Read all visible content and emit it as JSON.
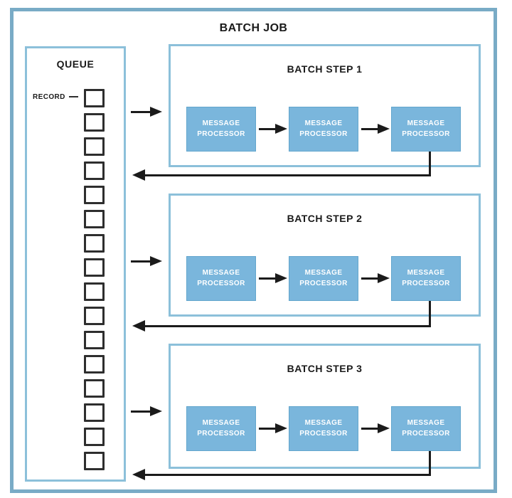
{
  "title": "BATCH JOB",
  "queue": {
    "label": "QUEUE",
    "record_label": "RECORD",
    "record_count": 16
  },
  "steps": [
    {
      "label": "BATCH STEP 1",
      "processors": [
        "MESSAGE PROCESSOR",
        "MESSAGE PROCESSOR",
        "MESSAGE PROCESSOR"
      ]
    },
    {
      "label": "BATCH STEP 2",
      "processors": [
        "MESSAGE PROCESSOR",
        "MESSAGE PROCESSOR",
        "MESSAGE PROCESSOR"
      ]
    },
    {
      "label": "BATCH STEP 3",
      "processors": [
        "MESSAGE PROCESSOR",
        "MESSAGE PROCESSOR",
        "MESSAGE PROCESSOR"
      ]
    }
  ],
  "colors": {
    "outer_border": "#79abc6",
    "panel_border": "#8cc0da",
    "processor_fill": "#7ab6dc",
    "processor_border": "#63a6cd",
    "processor_text": "#ffffff",
    "arrow": "#1b1b1b",
    "record_border": "#2e2e2e",
    "text": "#1a1a1a",
    "background": "#ffffff"
  }
}
